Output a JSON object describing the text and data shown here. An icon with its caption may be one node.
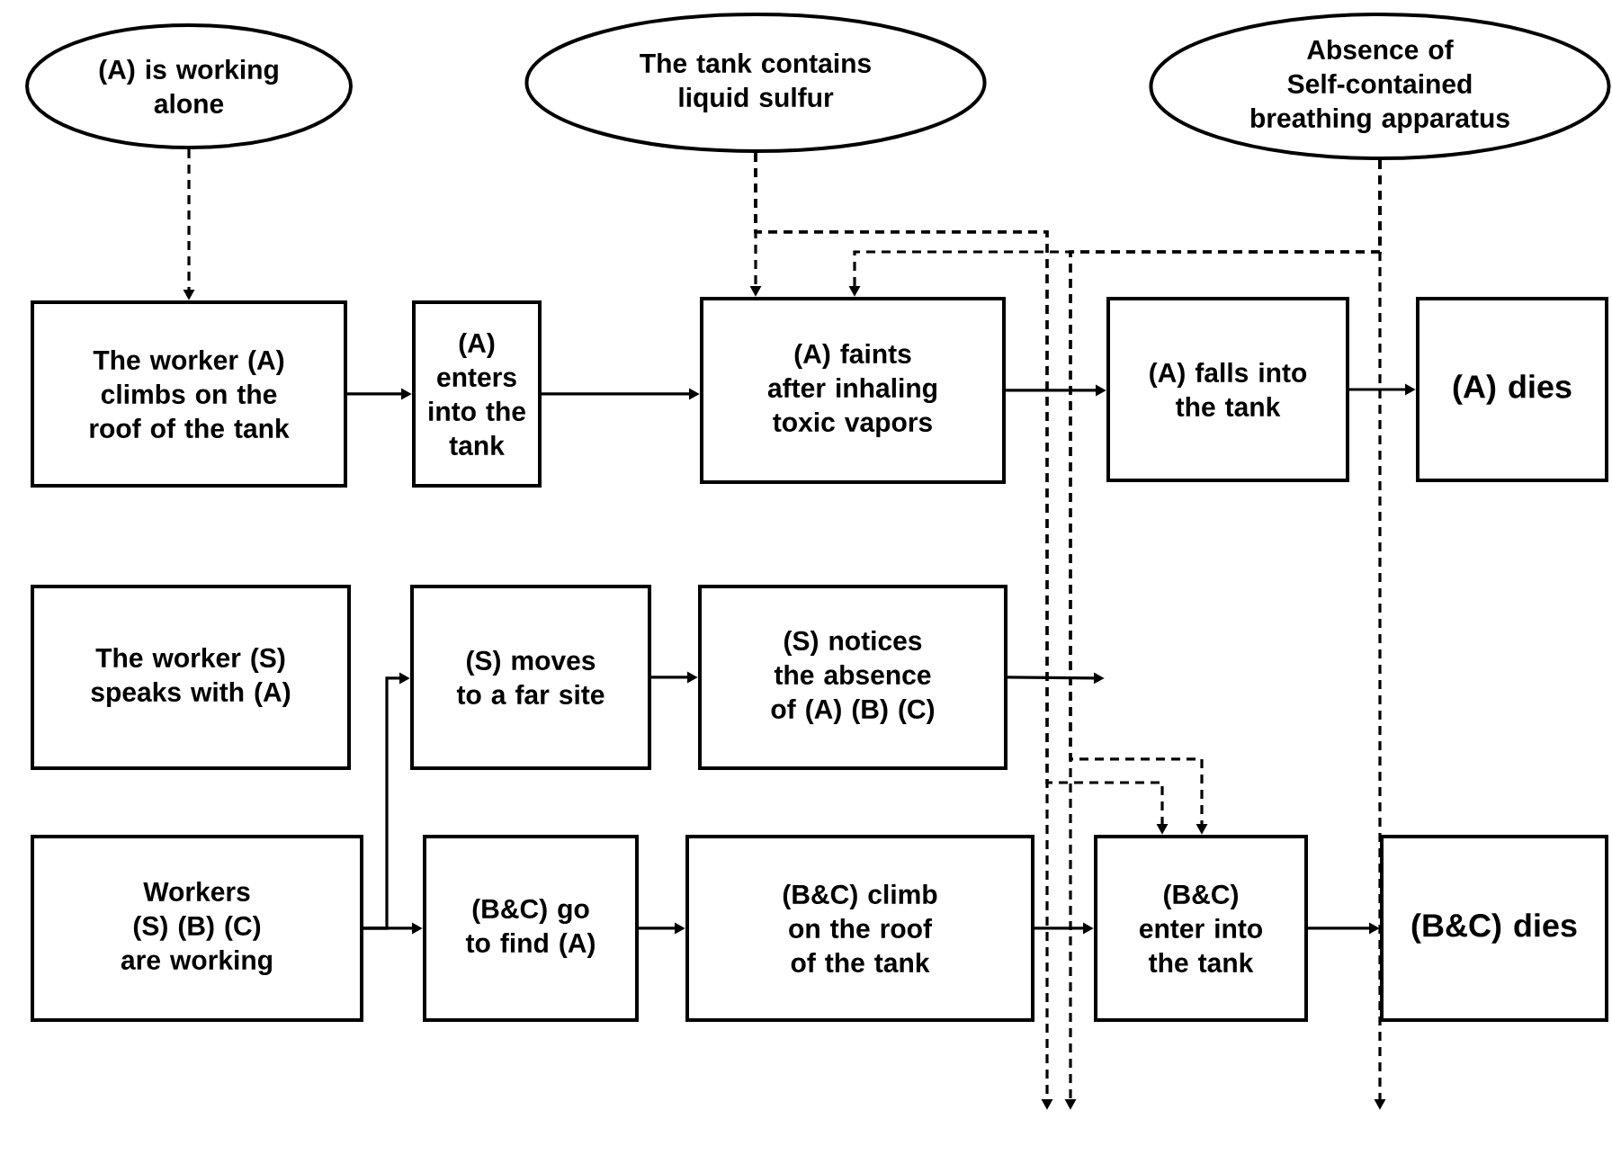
{
  "diagram": {
    "nodes": [
      {
        "text": [
          "(A) is working alone"
        ]
      },
      {
        "text": [
          "The tank contains liquid sulfur"
        ]
      },
      {
        "text": [
          "Absence of Self-contained breathing apparatus"
        ]
      },
      {
        "text": [
          "The worker (A) climbs on the roof of the tank"
        ]
      },
      {
        "text": [
          "(A) enters into the tank"
        ]
      },
      {
        "text": [
          "(A) faints after inhaling toxic vapors"
        ]
      },
      {
        "text": [
          "(A) falls into the tank"
        ]
      },
      {
        "text": [
          "(A) dies"
        ]
      },
      {
        "text": [
          "The worker (S) speaks with (A)"
        ]
      },
      {
        "text": [
          "(S) moves to a far site"
        ]
      },
      {
        "text": [
          "(S) notices the absence of (A) (B) (C)"
        ]
      },
      {
        "text": [
          "Workers (S) (B) (C) are working"
        ]
      },
      {
        "text": [
          "(B&C) go to find (A)"
        ]
      },
      {
        "text": [
          "(B&C) climb on the roof of the tank"
        ]
      },
      {
        "text": [
          "(B&C) enter into the tank"
        ]
      },
      {
        "text": [
          "(B&C) dies"
        ]
      }
    ],
    "edges": [
      {
        "from": 0,
        "to": 3,
        "arrow": "to",
        "style": "dashed"
      },
      {
        "from": 1,
        "to": 5,
        "arrow": "to",
        "style": "dashed"
      },
      {
        "from": 1,
        "to": 14,
        "arrow": "to",
        "style": "dashed"
      },
      {
        "from": 1,
        "to": null,
        "arrow": "to",
        "style": "dashed"
      },
      {
        "from": 2,
        "to": 5,
        "arrow": "to",
        "style": "dashed"
      },
      {
        "from": 2,
        "to": 14,
        "arrow": "to",
        "style": "dashed"
      },
      {
        "from": 2,
        "to": null,
        "arrow": "to",
        "style": "dashed"
      },
      {
        "from": 2,
        "to": null,
        "arrow": "to",
        "style": "dashed"
      },
      {
        "from": 3,
        "to": 4,
        "arrow": "to"
      },
      {
        "from": 4,
        "to": 5,
        "arrow": "to"
      },
      {
        "from": 5,
        "to": 6,
        "arrow": "to"
      },
      {
        "from": 6,
        "to": 7,
        "arrow": "to"
      },
      {
        "from": 9,
        "to": 10,
        "arrow": "to"
      },
      {
        "from": 10,
        "to": null,
        "arrow": "to"
      },
      {
        "from": 11,
        "to": 9,
        "arrow": "to"
      },
      {
        "from": 11,
        "to": 12,
        "arrow": "to"
      },
      {
        "from": 12,
        "to": 13,
        "arrow": "to"
      },
      {
        "from": 13,
        "to": 14,
        "arrow": "to"
      },
      {
        "from": 14,
        "to": 15,
        "arrow": "to"
      }
    ]
  }
}
